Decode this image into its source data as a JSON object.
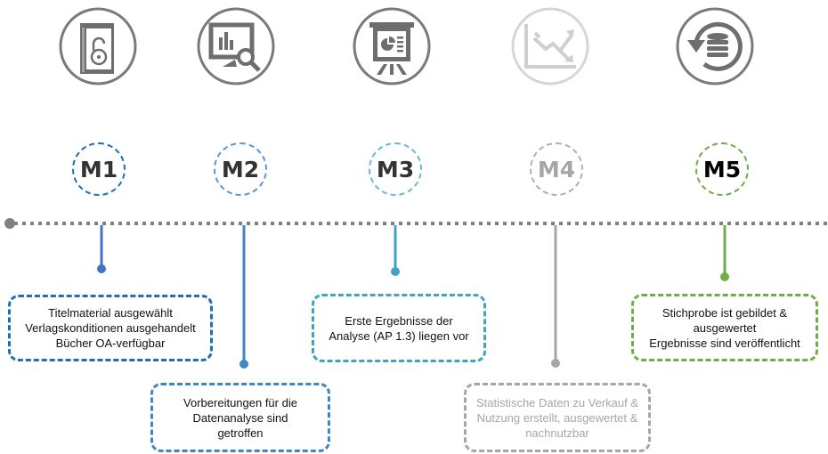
{
  "milestones": [
    {
      "id": "M1",
      "label": "M1",
      "icon": "open-book-lock-icon",
      "color": "#1e6fb8",
      "line_color": "#4472c4",
      "text": "Titelmaterial ausgewählt\nVerlagskonditionen ausgehandelt\nBücher OA-verfügbar",
      "active": true
    },
    {
      "id": "M2",
      "label": "M2",
      "icon": "monitor-chart-magnifier-icon",
      "color": "#3f86c4",
      "line_color": "#3f86c4",
      "text": "Vorbereitungen für die\nDatenanalyse sind\ngetroffen",
      "active": true
    },
    {
      "id": "M3",
      "label": "M3",
      "icon": "presentation-pie-chart-icon",
      "color": "#41a3c4",
      "line_color": "#41a3c4",
      "text": "Erste Ergebnisse der\nAnalyse (AP 1.3) liegen vor",
      "active": true
    },
    {
      "id": "M4",
      "label": "M4",
      "icon": "trend-chart-icon",
      "color": "#a6a6a6",
      "line_color": "#a6a6a6",
      "text": "Statistische Daten zu Verkauf &\nNutzung erstellt, ausgewertet &\nnachnutzbar",
      "active": false
    },
    {
      "id": "M5",
      "label": "M5",
      "icon": "database-refresh-icon",
      "color": "#70ad47",
      "line_color": "#70ad47",
      "text": "Stichprobe ist gebildet &\nausgewertet\nErgebnisse sind veröffentlicht",
      "active": true
    }
  ],
  "colors": {
    "timeline": "#808080",
    "icon_active": "#6e6e6e",
    "icon_inactive": "#d0d0d0",
    "text_inactive": "#a6a6a6"
  }
}
